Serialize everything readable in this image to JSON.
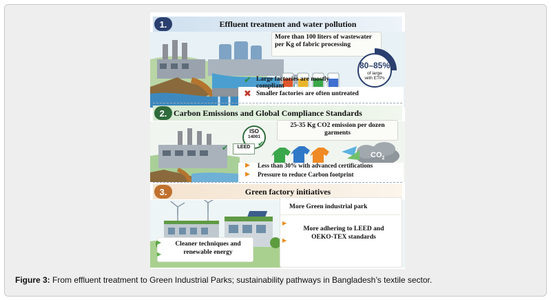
{
  "sections": [
    {
      "number": "1.",
      "title": "Effluent treatment and water pollution",
      "callout": "More than 100 liters of wastewater per Kg of fabric processing",
      "badge_value": "80–85%",
      "badge_sub_1": "of large",
      "badge_sub_2": "with ETPs",
      "check_text": "Large factories are mostly compliant",
      "cross_text": "Smaller factories are often untreated",
      "colors": {
        "number_bg": "#2a3f6e"
      }
    },
    {
      "number": "2.",
      "title": "Carbon Emissions and Global Compliance Standards",
      "iso_label_1": "ISO",
      "iso_label_2": "14001",
      "leed_label": "LEED",
      "co2_label": "CO",
      "co2_sub": "2",
      "callout": "25-35 Kg CO2 emission per dozen garments",
      "bullet_1": "Less than 30% with advanced certifications",
      "bullet_2": "Pressure to reduce Carbon footprint",
      "colors": {
        "number_bg": "#2f6b3b"
      }
    },
    {
      "number": "3.",
      "title": "Green factory initiatives",
      "item_1": "More Green industrial park",
      "item_2": "More adhering to LEED and OEKO-TEX standards",
      "item_3": "Cleaner techniques and renewable energy",
      "colors": {
        "number_bg": "#c0702e"
      }
    }
  ],
  "caption": {
    "label": "Figure 3:",
    "text": " From effluent treatment to Green Industrial Parks; sustainability pathways in Bangladesh’s textile sector."
  }
}
